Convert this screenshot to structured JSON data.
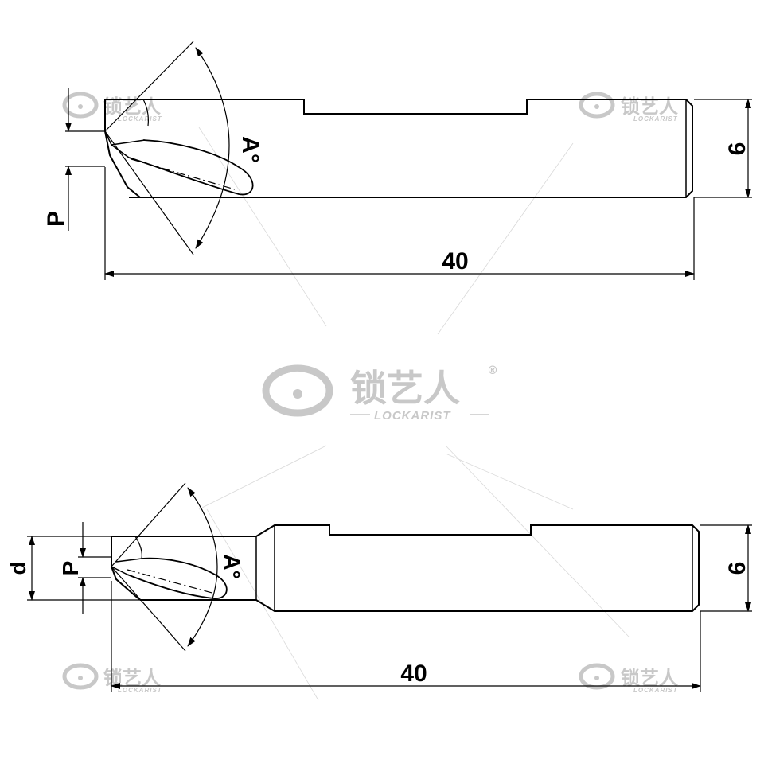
{
  "diagram_top": {
    "label_length": "40",
    "label_diameter": "6",
    "label_angle": "A°",
    "label_point": "P"
  },
  "diagram_bottom": {
    "label_length": "40",
    "label_diameter": "6",
    "label_angle": "A°",
    "label_point": "P",
    "label_d": "d"
  },
  "watermark": {
    "brand_cn": "锁艺人",
    "brand_en": "LOCKARIST",
    "registered": "®"
  },
  "colors": {
    "line": "#000000",
    "watermark": "#c8c8c8"
  }
}
